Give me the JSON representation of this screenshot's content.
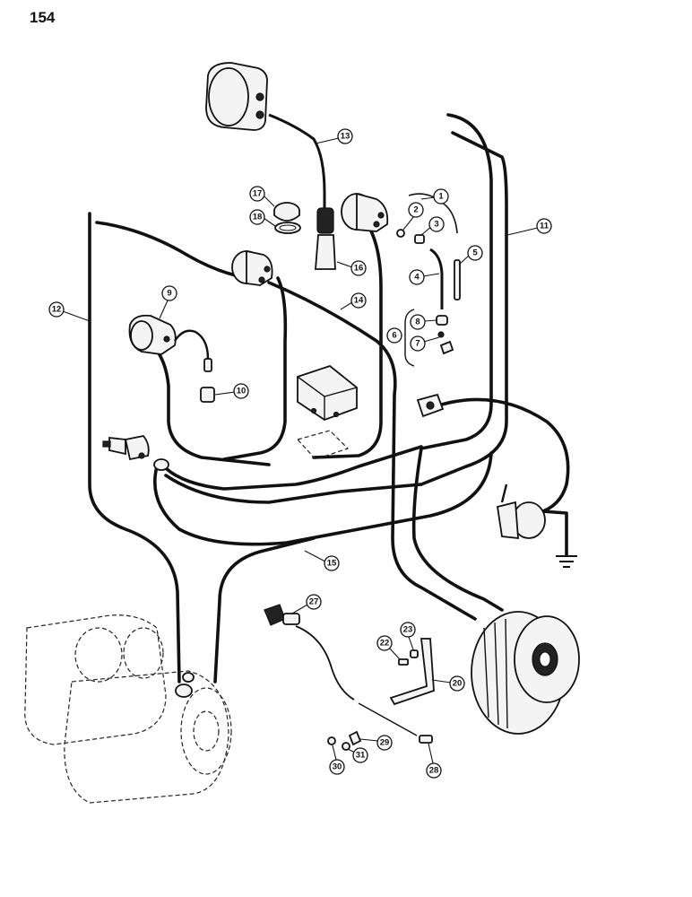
{
  "page_number": "154",
  "callouts": [
    "1",
    "2",
    "3",
    "4",
    "5",
    "6",
    "7",
    "8",
    "9",
    "10",
    "11",
    "12",
    "13",
    "14",
    "15",
    "16",
    "17",
    "18",
    "20",
    "22",
    "23",
    "27",
    "28",
    "29",
    "30",
    "31"
  ]
}
